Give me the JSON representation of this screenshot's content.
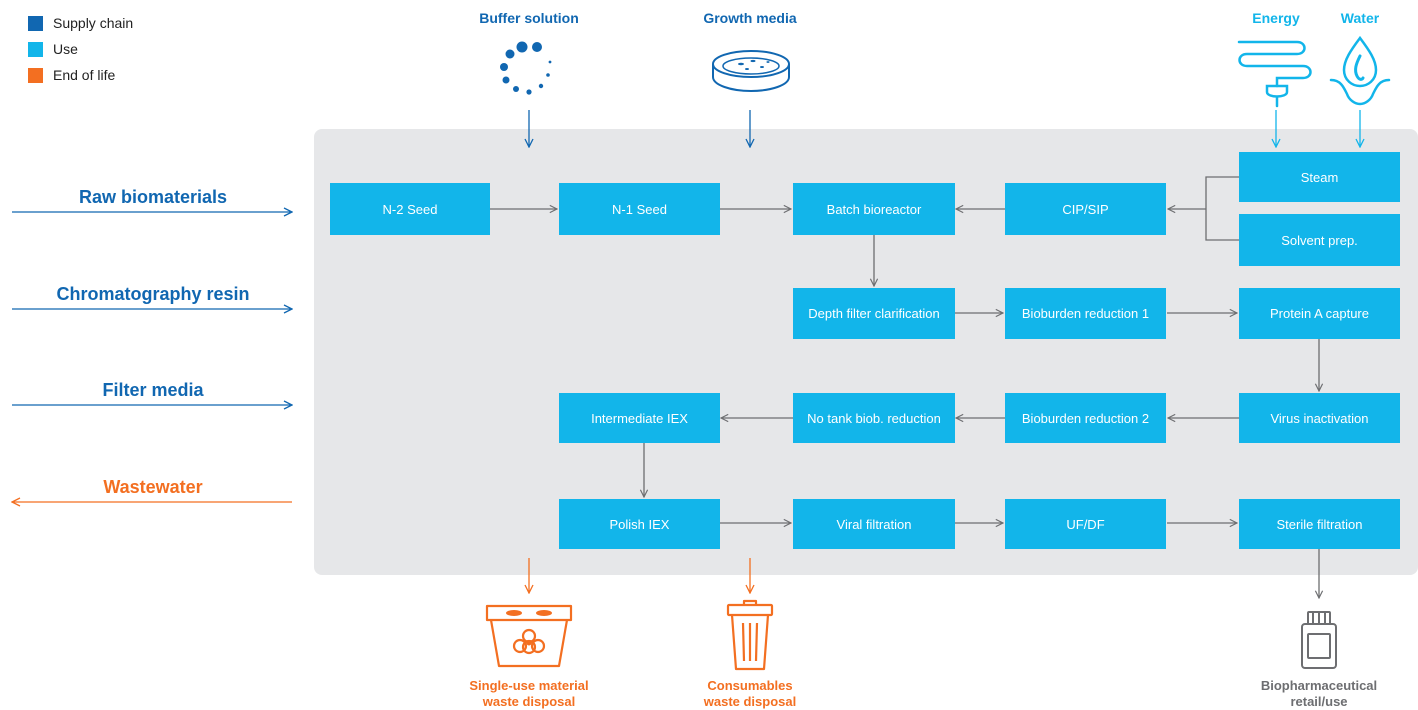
{
  "colors": {
    "supply_chain": "#1167b1",
    "use": "#12b5ea",
    "end_of_life": "#f36f21",
    "panel": "#e6e7e9",
    "connector": "#6d6e71"
  },
  "legend": [
    {
      "label": "Supply chain",
      "color": "#1167b1"
    },
    {
      "label": "Use",
      "color": "#12b5ea"
    },
    {
      "label": "End of life",
      "color": "#f36f21"
    }
  ],
  "inputs": {
    "raw_biomaterials": "Raw biomaterials",
    "chromatography_resin": "Chromatography resin",
    "filter_media": "Filter media",
    "wastewater": "Wastewater"
  },
  "top_inputs": {
    "buffer_solution": "Buffer solution",
    "growth_media": "Growth media",
    "energy": "Energy",
    "water": "Water"
  },
  "steps": {
    "n2_seed": "N-2 Seed",
    "n1_seed": "N-1 Seed",
    "batch_bioreactor": "Batch bioreactor",
    "cip_sip": "CIP/SIP",
    "steam": "Steam",
    "solvent_prep": "Solvent prep.",
    "depth_filter": "Depth filter clarification",
    "bioburden_1": "Bioburden reduction 1",
    "protein_a": "Protein A capture",
    "virus_inactivation": "Virus inactivation",
    "bioburden_2": "Bioburden reduction 2",
    "no_tank": "No tank biob. reduction",
    "intermediate_iex": "Intermediate IEX",
    "polish_iex": "Polish IEX",
    "viral_filtration": "Viral filtration",
    "uf_df": "UF/DF",
    "sterile_filtration": "Sterile filtration"
  },
  "outputs": {
    "single_use_line1": "Single-use material",
    "single_use_line2": "waste disposal",
    "consumables_line1": "Consumables",
    "consumables_line2": "waste disposal",
    "biopharma_line1": "Biopharmaceutical",
    "biopharma_line2": "retail/use"
  },
  "icons": [
    "dots-circle-icon",
    "petri-dish-icon",
    "energy-plug-icon",
    "water-drop-icon",
    "biohazard-bin-icon",
    "trash-can-icon",
    "vial-icon"
  ]
}
